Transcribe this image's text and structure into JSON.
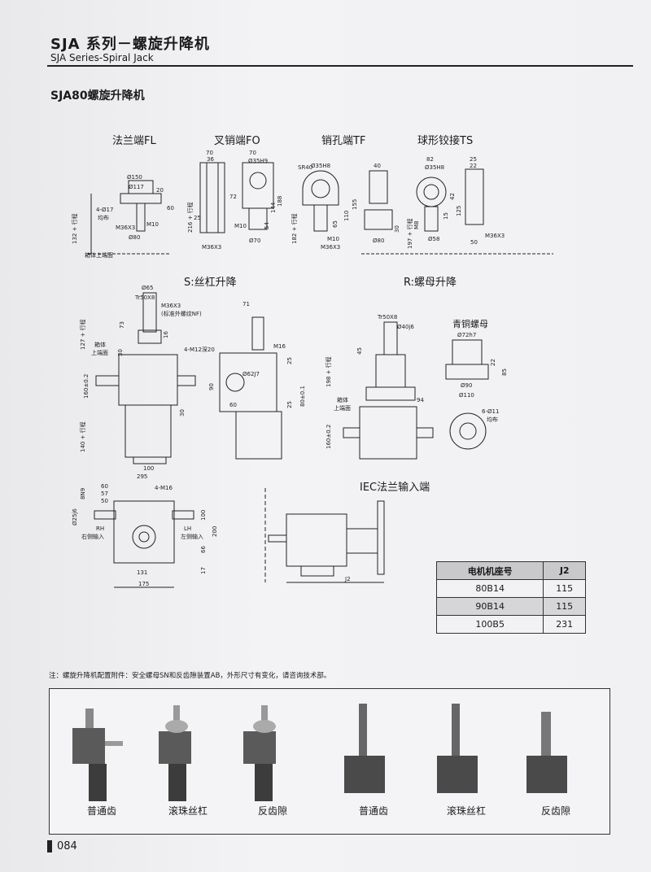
{
  "header": {
    "title_cn": "SJA 系列－螺旋升降机",
    "title_en": "SJA Series-Spiral Jack"
  },
  "section_title": "SJA80螺旋升降机",
  "end_types": {
    "fl": "法兰端FL",
    "fo": "叉销端FO",
    "tf": "销孔端TF",
    "ts": "球形铰接TS"
  },
  "views": {
    "s": "S:丝杠升降",
    "r": "R:螺母升降",
    "bronze": "青铜螺母",
    "iec": "IEC法兰输入端"
  },
  "dims": {
    "fl": [
      "Ø150",
      "Ø117",
      "20",
      "4-Ø17",
      "均布",
      "60",
      "M36X3",
      "M10",
      "Ø80",
      "132 + 行程"
    ],
    "fo": [
      "70",
      "36",
      "72",
      "216 + 行程",
      "25",
      "M36X3",
      "70",
      "Ø35H9",
      "188",
      "144",
      "54",
      "M10",
      "Ø70"
    ],
    "tf": [
      "SR40",
      "Ø35H8",
      "155",
      "110",
      "65",
      "182 + 行程",
      "M10",
      "M36X3",
      "40",
      "30",
      "Ø80"
    ],
    "ts": [
      "82",
      "Ø35H8",
      "25",
      "22",
      "42",
      "125",
      "15",
      "197 + 行程",
      "M8",
      "Ø58",
      "50",
      "M36X3"
    ],
    "base": "箱体上端面",
    "s": [
      "Ø65",
      "Tr50X8",
      "M36X3",
      "(标准外螺纹NF)",
      "73",
      "16",
      "127 + 行程",
      "箱体",
      "上端面",
      "30",
      "160±0.2",
      "140 + 行程",
      "100",
      "71",
      "4-M12深20",
      "M16",
      "25",
      "Ø62J7",
      "90",
      "60",
      "80±0.1",
      "25",
      "30"
    ],
    "r": [
      "Tr50X8",
      "Ø40j6",
      "45",
      "198 + 行程",
      "箱体",
      "上端面",
      "94",
      "160±0.2",
      "Ø72h7",
      "22",
      "85",
      "Ø90",
      "Ø110",
      "6-Ø11",
      "均布"
    ],
    "bottom": [
      "295",
      "4-M16",
      "60",
      "57",
      "50",
      "8N9",
      "Ø25j6",
      "RH",
      "右侧输入",
      "LH",
      "左侧输入",
      "100",
      "200",
      "66",
      "17",
      "131",
      "175"
    ],
    "iec": "J2"
  },
  "table": {
    "headers": [
      "电机机座号",
      "J2"
    ],
    "rows": [
      [
        "80B14",
        "115"
      ],
      [
        "90B14",
        "115"
      ],
      [
        "100B5",
        "231"
      ]
    ]
  },
  "note": "注：螺旋升降机配置附件：安全螺母SN和反齿隙装置AB，外形尺寸有变化，请咨询技术部。",
  "photos": {
    "captions": [
      "普通齿",
      "滚珠丝杠",
      "反齿隙",
      "普通齿",
      "滚珠丝杠",
      "反齿隙"
    ]
  },
  "page_number": "084",
  "colors": {
    "accent": "#222222",
    "table_header": "#c9c9cc"
  }
}
